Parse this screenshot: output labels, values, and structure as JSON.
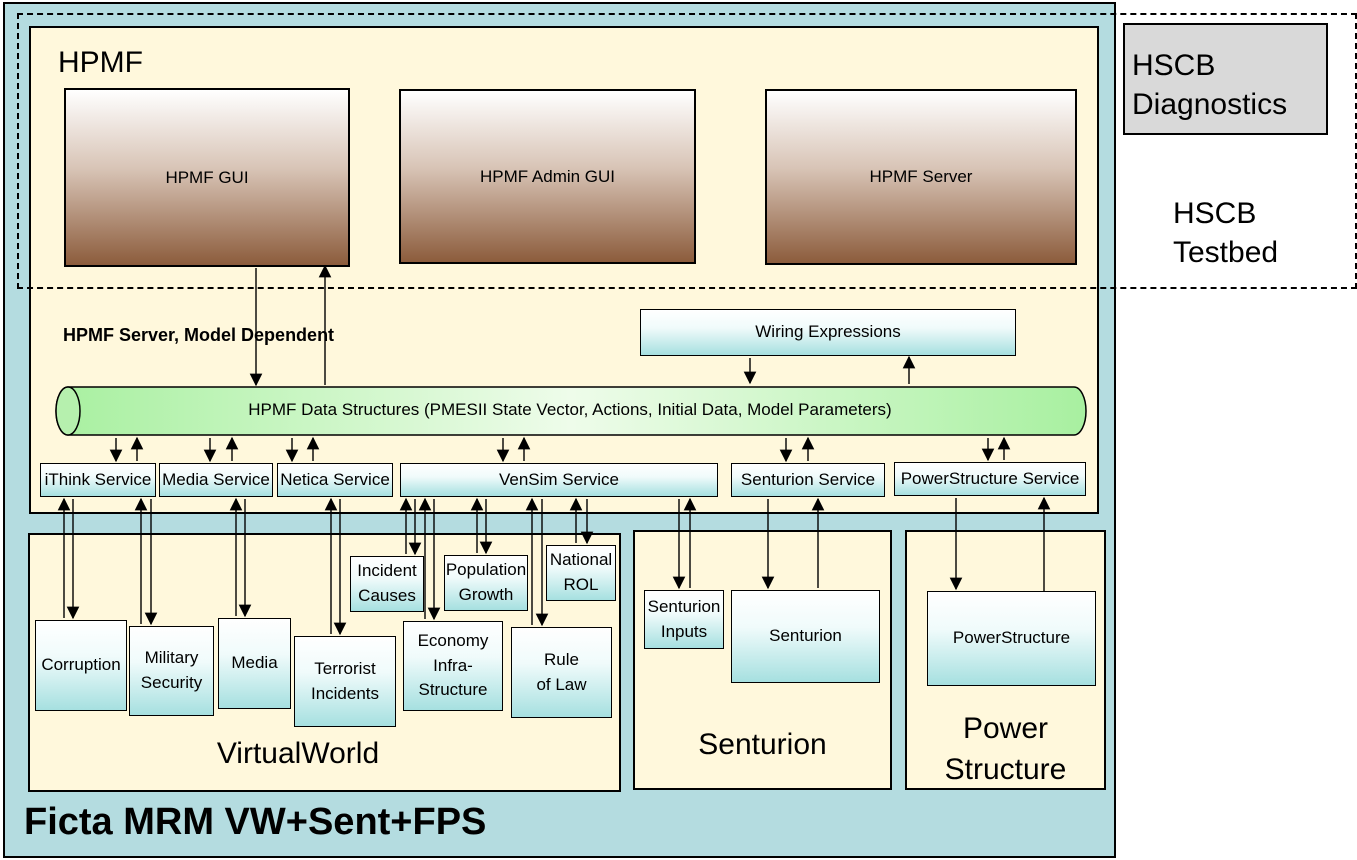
{
  "outer": {
    "label": "Ficta MRM VW+Sent+FPS"
  },
  "hpmf": {
    "title": "HPMF",
    "gui": "HPMF GUI",
    "admin_gui": "HPMF Admin GUI",
    "server": "HPMF Server",
    "model_dependent": "HPMF Server, Model Dependent",
    "wiring": "Wiring Expressions",
    "data_structures": "HPMF Data Structures (PMESII State Vector, Actions, Initial Data, Model Parameters)"
  },
  "services": {
    "ithink": "iThink Service",
    "media": "Media Service",
    "netica": "Netica Service",
    "vensim": "VenSim Service",
    "senturion": "Senturion Service",
    "powerstructure": "PowerStructure Service"
  },
  "virtualworld": {
    "label": "VirtualWorld",
    "corruption": "Corruption",
    "military_1": "Military",
    "military_2": "Security",
    "media": "Media",
    "terrorist_1": "Terrorist",
    "terrorist_2": "Incidents",
    "incident_1": "Incident",
    "incident_2": "Causes",
    "population_1": "Population",
    "population_2": "Growth",
    "national_1": "National",
    "national_2": "ROL",
    "economy_1": "Economy",
    "economy_2": "Infra-",
    "economy_3": "Structure",
    "rule_1": "Rule",
    "rule_2": "of Law"
  },
  "senturion": {
    "label": "Senturion",
    "inputs_1": "Senturion",
    "inputs_2": "Inputs",
    "box": "Senturion"
  },
  "power": {
    "label_1": "Power",
    "label_2": "Structure",
    "box": "PowerStructure"
  },
  "hscb": {
    "diagnostics_1": "HSCB",
    "diagnostics_2": "Diagnostics",
    "testbed_1": "HSCB",
    "testbed_2": "Testbed"
  },
  "colors": {
    "outer_bg": "#b4dce0",
    "panel_bg": "#fff8dc",
    "pipe_green": "#a8f0a0",
    "gui_brown": "#8c5c3c",
    "box_teal": "#a6e0e0",
    "diagnostics_gray": "#d9d9d9"
  }
}
